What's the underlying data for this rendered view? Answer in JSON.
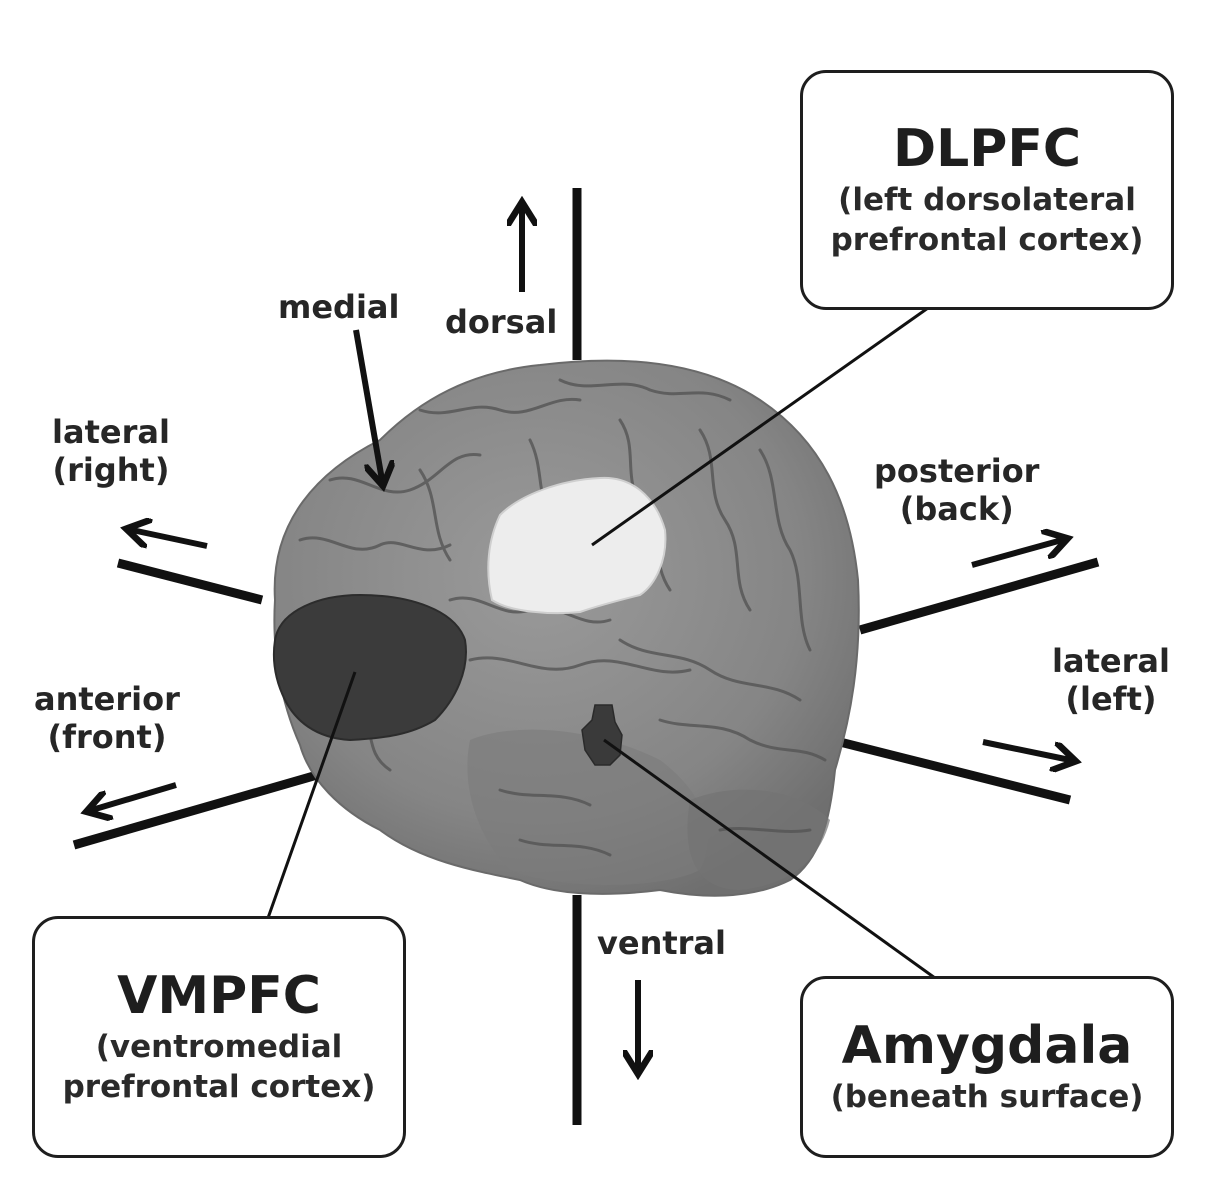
{
  "directions": {
    "dorsal": "dorsal",
    "ventral": "ventral",
    "medial": "medial",
    "lateral_right_1": "lateral",
    "lateral_right_2": "(right)",
    "lateral_left_1": "lateral",
    "lateral_left_2": "(left)",
    "anterior_1": "anterior",
    "anterior_2": "(front)",
    "posterior_1": "posterior",
    "posterior_2": "(back)"
  },
  "regions": {
    "dlpfc": {
      "title": "DLPFC",
      "line1": "(left dorsolateral",
      "line2": "prefrontal cortex)",
      "color": "#ededed"
    },
    "vmpfc": {
      "title": "VMPFC",
      "line1": "(ventromedial",
      "line2": "prefrontal cortex)",
      "color": "#3b3b3b"
    },
    "amygdala": {
      "title": "Amygdala",
      "line1": "(beneath surface)",
      "color": "#3a3a3a"
    }
  },
  "colors": {
    "brain": "#8a8a8a",
    "sulci": "#555555",
    "lines": "#111111"
  }
}
